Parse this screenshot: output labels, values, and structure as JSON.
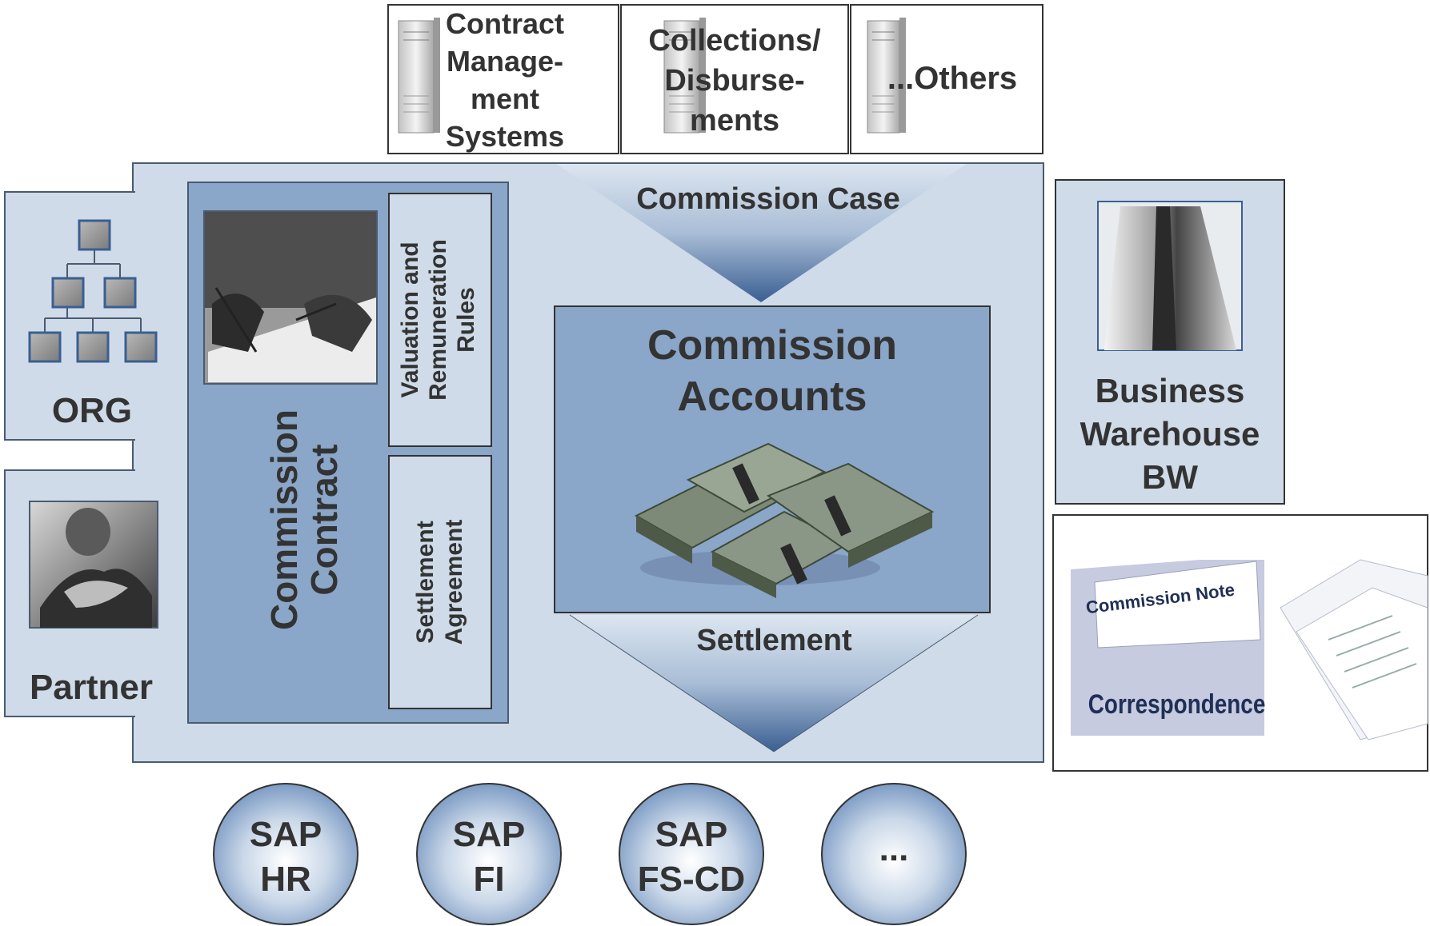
{
  "diagram": {
    "source_systems": [
      {
        "label_lines": [
          "Contract",
          "Manage-",
          "ment",
          "Systems"
        ]
      },
      {
        "label_lines": [
          "Collections/",
          "Disburse-",
          "ments"
        ]
      },
      {
        "label_lines": [
          "...Others"
        ]
      }
    ],
    "org": {
      "label": "ORG"
    },
    "partner": {
      "label": "Partner"
    },
    "commission_contract": {
      "label_lines": [
        "Commission",
        "Contract"
      ]
    },
    "valuation_rules": {
      "label_lines": [
        "Valuation and",
        "Remuneration",
        "Rules"
      ]
    },
    "settlement_agreement": {
      "label_lines": [
        "Settlement",
        "Agreement"
      ]
    },
    "commission_case": {
      "label": "Commission Case"
    },
    "commission_accounts": {
      "label_lines": [
        "Commission",
        "Accounts"
      ]
    },
    "settlement": {
      "label": "Settlement"
    },
    "business_warehouse": {
      "label_lines": [
        "Business",
        "Warehouse",
        "BW"
      ]
    },
    "correspondence": {
      "note_label": "Commission Note",
      "label": "Correspondence"
    },
    "target_systems": [
      {
        "label_lines": [
          "SAP",
          "HR"
        ]
      },
      {
        "label_lines": [
          "SAP",
          "FI"
        ]
      },
      {
        "label_lines": [
          "SAP",
          "FS-CD"
        ]
      },
      {
        "label_lines": [
          "..."
        ]
      }
    ],
    "colors": {
      "light_panel": "#cfdbe8",
      "mid_panel": "#8aa6c8",
      "dark_blue": "#3a5f92",
      "panel_border": "#4a5b70",
      "text": "#333333"
    }
  }
}
